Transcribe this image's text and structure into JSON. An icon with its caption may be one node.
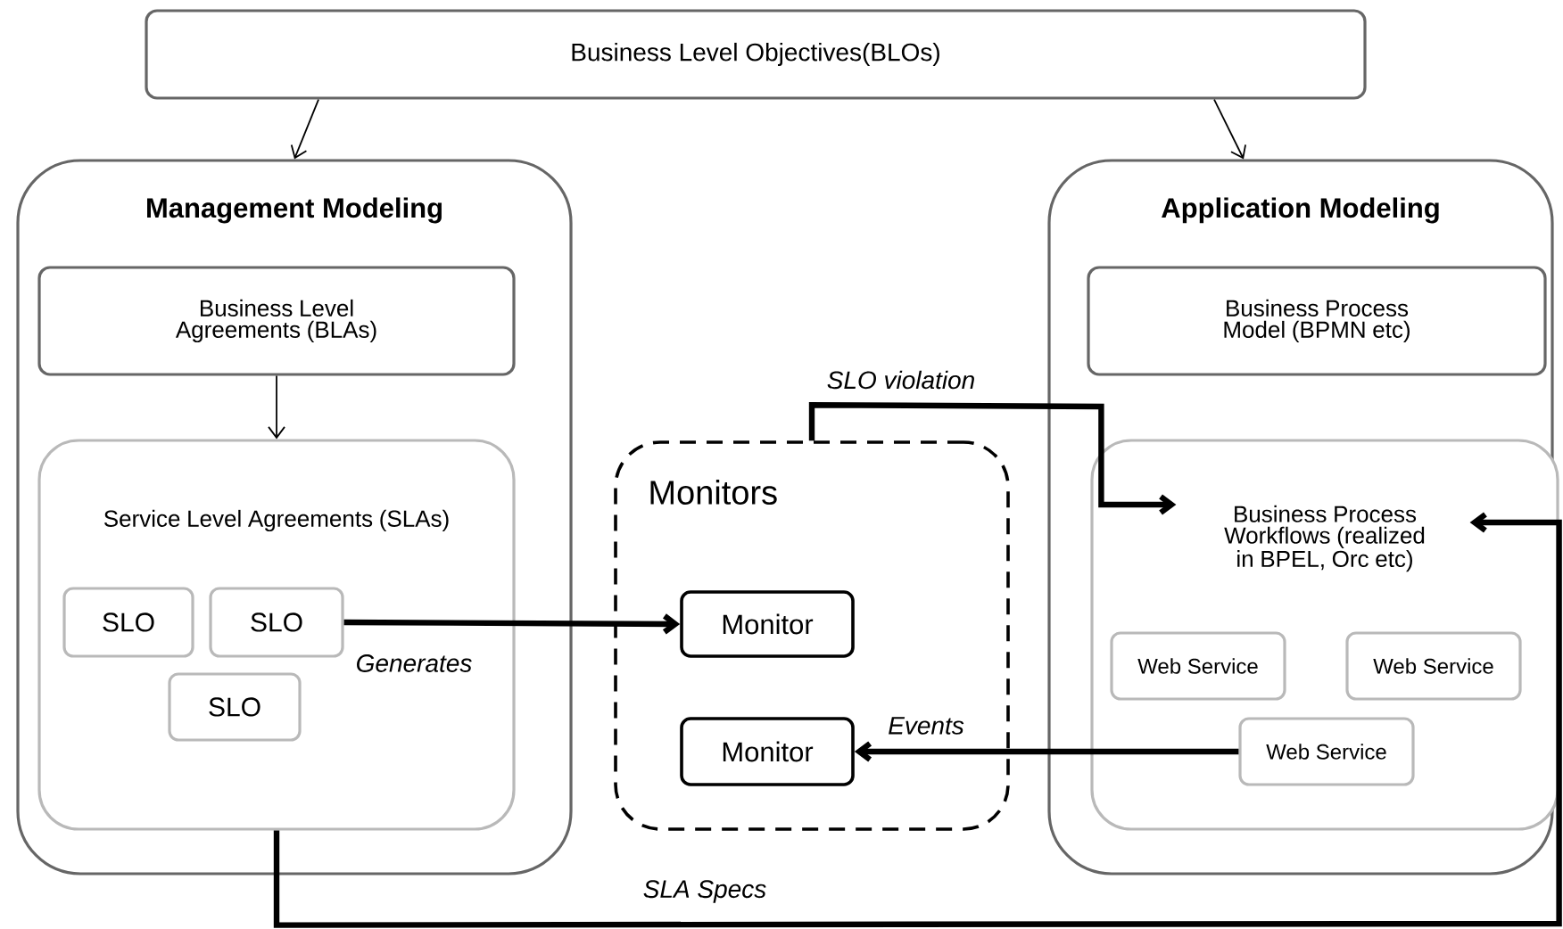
{
  "diagram": {
    "nodes": [
      {
        "text": [
          "Business Level Objectives(BLOs)"
        ]
      },
      {
        "text": [
          "Management Modeling"
        ]
      },
      {
        "text": [
          "Business Level Agreements (BLAs)"
        ],
        "in": 1
      },
      {
        "text": [
          "Service Level Agreements (SLAs)"
        ],
        "in": 1
      },
      {
        "text": [
          "SLO"
        ],
        "in": 3
      },
      {
        "text": [
          "SLO"
        ],
        "in": 3
      },
      {
        "text": [
          "SLO"
        ],
        "in": 3
      },
      {
        "text": [
          "Monitors"
        ]
      },
      {
        "text": [
          "Monitor"
        ],
        "in": 7
      },
      {
        "text": [
          "Monitor"
        ],
        "in": 7
      },
      {
        "text": [
          "Application Modeling"
        ]
      },
      {
        "text": [
          "Business Process Model (BPMN  etc)"
        ],
        "in": 10
      },
      {
        "text": [
          "Business Process Workflows (realized in BPEL, Orc etc)"
        ],
        "in": 10
      },
      {
        "text": [
          "Web Service"
        ],
        "in": 12
      },
      {
        "text": [
          "Web Service"
        ],
        "in": 12
      },
      {
        "text": [
          "Web Service"
        ],
        "in": 12
      }
    ],
    "edges": [
      {
        "from": 0,
        "to": 1,
        "arrow": "to"
      },
      {
        "from": 0,
        "to": 10,
        "arrow": "to"
      },
      {
        "from": 2,
        "to": 3,
        "arrow": "to"
      },
      {
        "from": 5,
        "to": 8,
        "arrow": "to",
        "label": "Generates"
      },
      {
        "from": 7,
        "to": 12,
        "arrow": "to",
        "label": "SLO violation"
      },
      {
        "from": 15,
        "to": 9,
        "arrow": "to",
        "label": "Events"
      },
      {
        "from": 3,
        "to": 12,
        "arrow": "to",
        "label": "SLA Specs"
      }
    ]
  }
}
